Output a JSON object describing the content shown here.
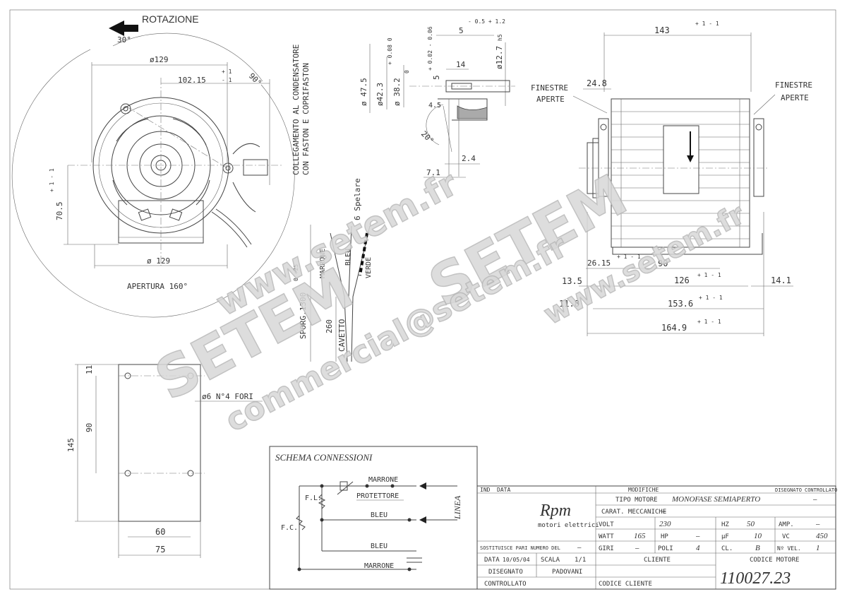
{
  "front_view": {
    "rotation_label": "ROTAZIONE",
    "angle_30": "30°",
    "diam_top": "ø129",
    "dim_102": "102.15",
    "dim_102_tol_plus": "+ 1",
    "dim_102_tol_minus": "- 1",
    "angle_90": "90°",
    "dim_70": "70.5",
    "dim_70_tol": "+ 1 - 1",
    "diam_bottom": "ø 129",
    "aperture": "APERTURA 160°",
    "capacitor_note_1": "COLLEGAMENTO AL CONDENSATORE",
    "capacitor_note_2": "CON FASTON E COPRIFASTON"
  },
  "shaft_detail": {
    "d475": "ø 47.5",
    "d423": "ø42.3",
    "d423_tol": "+ 0.08  0",
    "d382": "ø 38.2",
    "d382_tol": "0",
    "dim_5a": "5",
    "dim_5a_tol": "- 0.5  + 1.2",
    "dim_5b": "5",
    "dim_5b_tol": "+ 0.02  - 0.06",
    "d127": "ø12.7",
    "d127_tol": "h5",
    "dim_14": "14",
    "dim_45": "4.5",
    "angle_20": "20°",
    "dim_24": "2.4",
    "dim_71": "7.1"
  },
  "side_view": {
    "dim_143": "143",
    "dim_143_tol": "+ 1  - 1",
    "dim_248": "24.8",
    "finestre_left": "FINESTRE",
    "aperte_left": "APERTE",
    "finestre_right": "FINESTRE",
    "aperte_right": "APERTE",
    "dim_2615": "26.15",
    "dim_2615_tol": "+ 1 - 1",
    "dim_90": "90",
    "dim_135": "13.5",
    "dim_126": "126",
    "dim_126_tol": "+ 1 - 1",
    "dim_141": "14.1",
    "dim_118": "11.8",
    "dim_1536": "153.6",
    "dim_1536_tol": "+ 1 - 1",
    "dim_1649": "164.9",
    "dim_1649_tol": "+ 1 - 1"
  },
  "cable_view": {
    "spelare": "6 Spelare",
    "marrone": "MARRONE",
    "bleu": "BLEU",
    "verde": "VERDE",
    "sporg": "SPORG.1300",
    "sporg_tol": "0  +25",
    "cavetto": "CAVETTO",
    "dim_260": "260"
  },
  "bracket_view": {
    "dim_11": "11",
    "dim_90": "90",
    "dim_145": "145",
    "holes": "ø6 N°4 FORI",
    "dim_60": "60",
    "dim_75": "75"
  },
  "schema": {
    "title": "SCHEMA CONNESSIONI",
    "marrone_top": "MARRONE",
    "protettore": "PROTETTORE",
    "fl": "F.L.",
    "fc": "F.C.",
    "linea": "LINEA",
    "bleu_1": "BLEU",
    "bleu_2": "BLEU",
    "marrone_bottom": "MARRONE"
  },
  "title_block": {
    "hdr_ind": "IND",
    "hdr_data": "DATA",
    "hdr_modifiche": "MODIFICHE",
    "hdr_disegnato": "DISEGNATO",
    "hdr_controllato": "CONTROLLATO",
    "logo": "Rpm",
    "logo_sub": "motori elettrici",
    "tipo_label": "TIPO MOTORE",
    "tipo_value": "MONOFASE SEMIAPERTO",
    "tipo_dash": "—",
    "carat_label": "CARAT. MECCANICHE",
    "carat_value": "—",
    "volt_label": "VOLT",
    "volt_value": "230",
    "hz_label": "HZ",
    "hz_value": "50",
    "amp_label": "AMP.",
    "amp_value": "—",
    "watt_label": "WATT",
    "watt_value": "165",
    "hp_label": "HP",
    "hp_value": "—",
    "uf_label": "µF",
    "uf_value": "10",
    "vc_label": "VC",
    "vc_value": "450",
    "giri_label": "GIRI",
    "giri_value": "—",
    "poli_label": "POLI",
    "poli_value": "4",
    "cl_label": "CL.",
    "cl_value": "B",
    "nvel_label": "Nº VEL.",
    "nvel_value": "1",
    "sostituisce": "SOSTITUISCE PARI NUMERO DEL",
    "sostituisce_value": "—",
    "data_label": "DATA",
    "data_value": "10/05/04",
    "scala_label": "SCALA",
    "scala_value": "1/1",
    "cliente_label": "CLIENTE",
    "codice_motore_label": "CODICE MOTORE",
    "disegnato_label": "DISEGNATO",
    "disegnato_value": "PADOVANI",
    "controllato_label": "CONTROLLATO",
    "codice_cliente_label": "CODICE CLIENTE",
    "codice_motore_value": "110027.23"
  },
  "watermark": {
    "url_1": "www.setem.fr",
    "brand_1": "SETEM",
    "brand_2": "SETEM",
    "url_2": "www.setem.fr",
    "email": "commercial@setem.fr"
  }
}
